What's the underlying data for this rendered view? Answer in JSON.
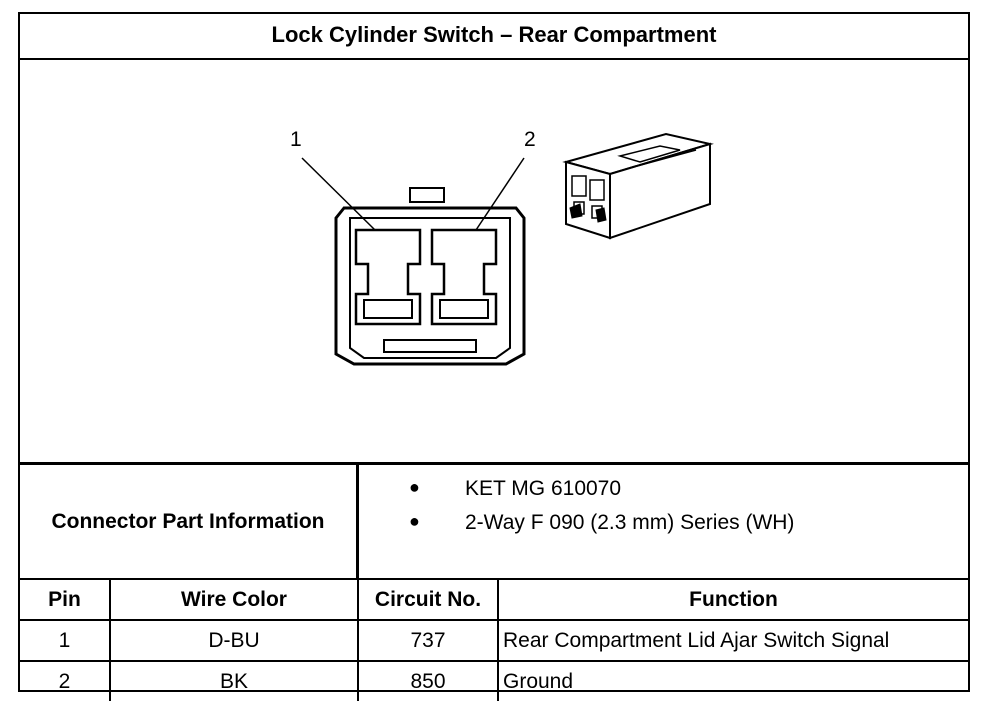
{
  "title": "Lock Cylinder Switch – Rear Compartment",
  "figure": {
    "pin_labels": [
      "1",
      "2"
    ]
  },
  "connector_info": {
    "label": "Connector Part Information",
    "items": [
      "KET MG 610070",
      "2-Way F 090 (2.3 mm) Series (WH)"
    ]
  },
  "pin_table": {
    "headers": [
      "Pin",
      "Wire Color",
      "Circuit No.",
      "Function"
    ],
    "rows": [
      {
        "pin": "1",
        "wire_color": "D-BU",
        "circuit": "737",
        "function": "Rear Compartment Lid Ajar Switch Signal"
      },
      {
        "pin": "2",
        "wire_color": "BK",
        "circuit": "850",
        "function": "Ground"
      }
    ]
  }
}
